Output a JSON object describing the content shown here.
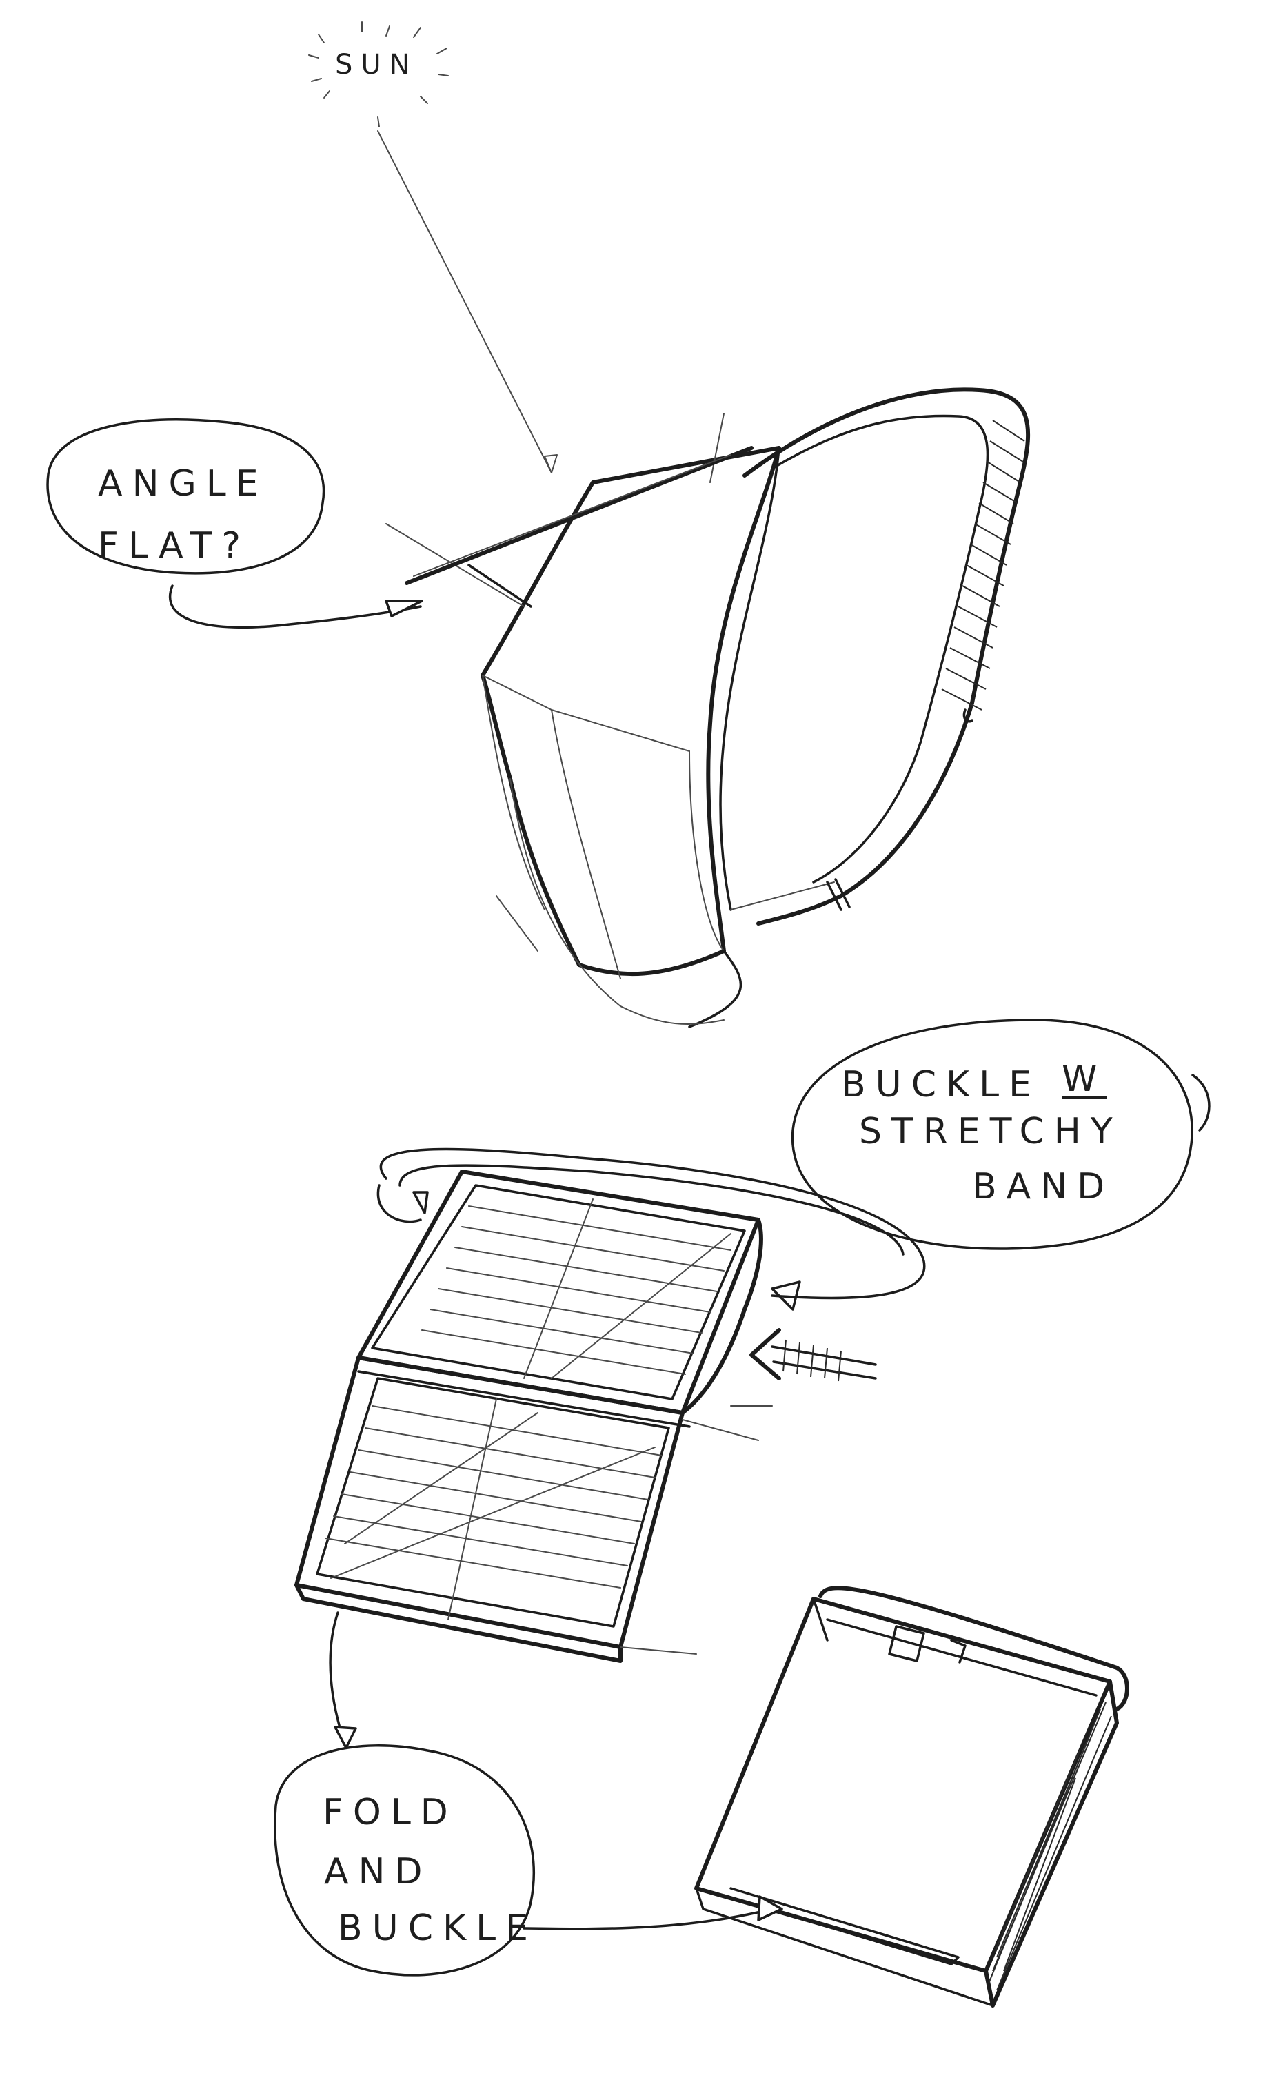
{
  "sketch": {
    "sun_label": "SUN",
    "bubble_angle": {
      "line1": "ANGLE",
      "line2": "FLAT?"
    },
    "bubble_buckle": {
      "line1_a": "BUCKLE",
      "line1_b": "W",
      "line2": "STRETCHY",
      "line3": "BAND"
    },
    "bubble_fold": {
      "line1": "FOLD",
      "line2": "AND",
      "line3": "BUCKLE"
    }
  }
}
